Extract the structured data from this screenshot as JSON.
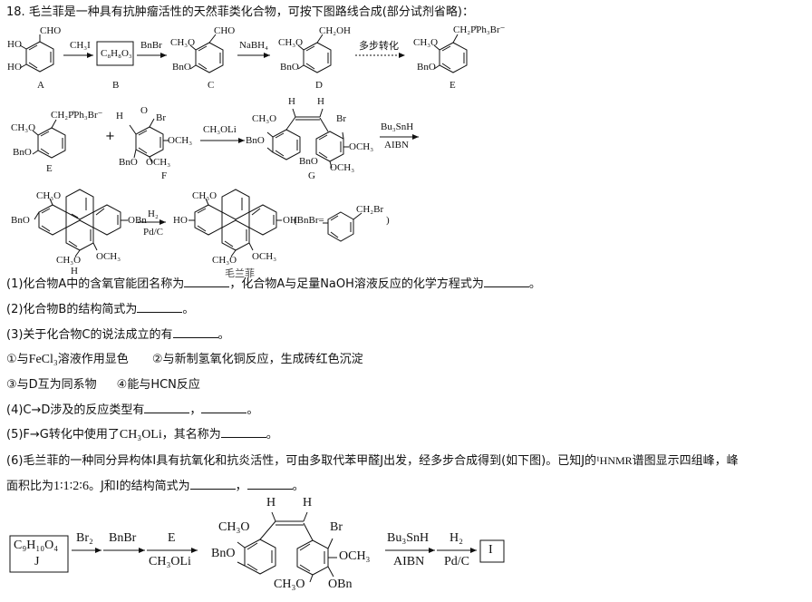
{
  "question": {
    "intro": "18. 毛兰菲是一种具有抗肿瘤活性的天然菲类化合物，可按下图路线合成(部分试剂省略)：",
    "q1": "(1)化合物A中的含氧官能团名称为",
    "q1b": "，化合物A与足量NaOH溶液反应的化学方程式为",
    "q2": "(2)化合物B的结构简式为",
    "q3": "(3)关于化合物C的说法成立的有",
    "opt1a": "①与",
    "opt1b": "溶液作用显色",
    "opt2": "②与新制氢氧化铜反应，生成砖红色沉淀",
    "opt3": "③与D互为同系物",
    "opt4": "④能与HCN反应",
    "q4": "(4)C→D涉及的反应类型有",
    "q5a": "(5)F→G转化中使用了",
    "q5b": "，其名称为",
    "q6a": "(6)毛兰菲的一种同分异构体I具有抗氧化和抗炎活性，可由多取代苯甲醛J出发，经多步合成得到(如下图)。已知J的",
    "q6b": "谱图显示四组峰，峰",
    "q6c": "面积比为",
    "q6d": "。J和I的结构简式为",
    "fecl3": "FeCl₃",
    "ch3oli": "CH₃OLi",
    "hnmr": "¹HNMR",
    "ratio": "1∶1∶2∶6",
    "period": "。",
    "comma": "，"
  },
  "scheme": {
    "A": "A",
    "B": "B",
    "C": "C",
    "D": "D",
    "E": "E",
    "F": "F",
    "G": "G",
    "H": "H",
    "B_formula": "C₈H₈O₃",
    "reagent_ch3i": "CH₃I",
    "reagent_bnbr": "BnBr",
    "reagent_nabh4": "NaBH₄",
    "reagent_multi": "多步转化",
    "reagent_ch3oli": "CH₃OLi",
    "reagent_bu3snh": "Bu₃SnH",
    "reagent_aibn": "AIBN",
    "reagent_h2": "H₂",
    "reagent_pdc": "Pd/C",
    "reagent_br2": "Br₂",
    "product_name": "毛兰菲",
    "bnbr_def": "(BnBr=",
    "bnbr_close": ")",
    "J_formula": "C₉H₁₀O₄",
    "J": "J",
    "I": "I",
    "grp_cho": "CHO",
    "grp_ho": "HO",
    "grp_ch3o": "CH₃O",
    "grp_bno": "BnO",
    "grp_ch2oh": "CH₂OH",
    "grp_ch2pph3": "CH₂P̊Ph₃Br⁻",
    "grp_br": "Br",
    "grp_och3": "OCH₃",
    "grp_obn": "OBn",
    "grp_oh": "OH",
    "grp_h": "H",
    "grp_ch2br": "CH₂Br",
    "grp_o": "O",
    "plus": "+"
  }
}
